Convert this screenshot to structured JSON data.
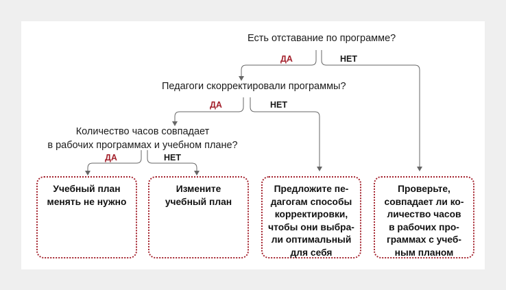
{
  "diagram": {
    "q1": "Есть отставание по программе?",
    "q2": "Педагоги скорректировали программы?",
    "q3_line1": "Количество часов совпадает",
    "q3_line2": "в рабочих программах и учебном плане?",
    "yes": "ДА",
    "no": "НЕТ",
    "box1": "Учебный план\nменять не нужно",
    "box2": "Измените\nучебный план",
    "box3": "Предложите пе-\nдагогам способы\nкорректировки,\nчтобы они выбра-\nли оптимальный\nдля себя",
    "box4": "Проверьте,\nсовпадает ли ко-\nличество часов\nв рабочих про-\nграммах с учеб-\nным планом"
  },
  "colors": {
    "accent": "#a3202b",
    "line": "#666666",
    "background": "#efefef",
    "panel": "#ffffff"
  }
}
